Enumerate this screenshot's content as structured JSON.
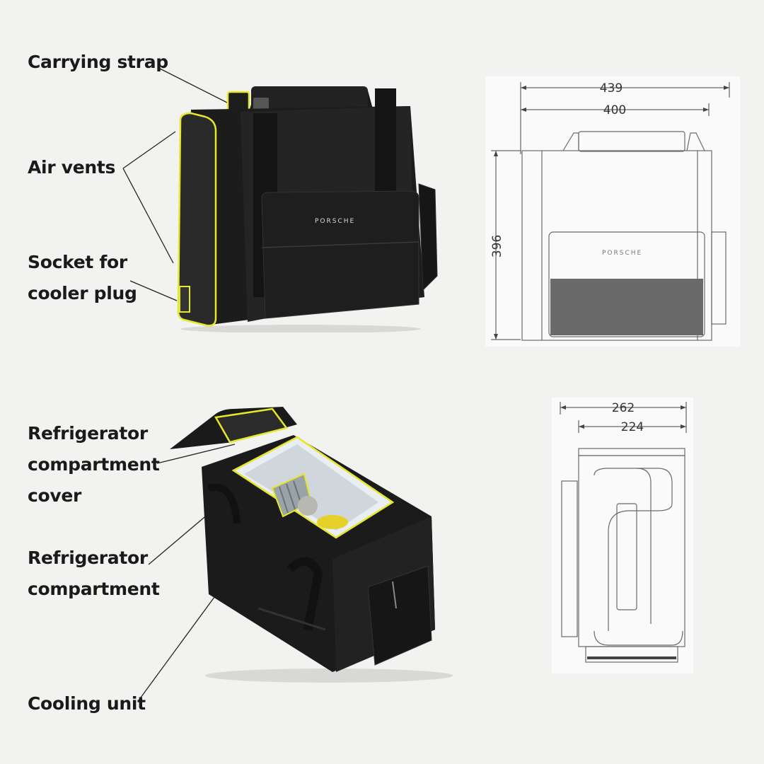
{
  "labels": {
    "carrying_strap": "Carrying strap",
    "air_vents": "Air vents",
    "socket_line1": "Socket for",
    "socket_line2": "cooler plug",
    "cover_line1": "Refrigerator",
    "cover_line2": "compartment",
    "cover_line3": "cover",
    "compartment_line1": "Refrigerator",
    "compartment_line2": "compartment",
    "cooling_unit": "Cooling unit"
  },
  "front_dimensions": {
    "overall_width": "439",
    "body_width": "400",
    "height": "396",
    "logo": "PORSCHE"
  },
  "side_dimensions": {
    "overall_depth": "262",
    "body_depth": "224"
  },
  "product_logo": "PORSCHE",
  "colors": {
    "highlight": "#e6e62a",
    "bag": "#1c1c1c",
    "background": "#f2f2f0",
    "text": "#1a1a1a"
  }
}
